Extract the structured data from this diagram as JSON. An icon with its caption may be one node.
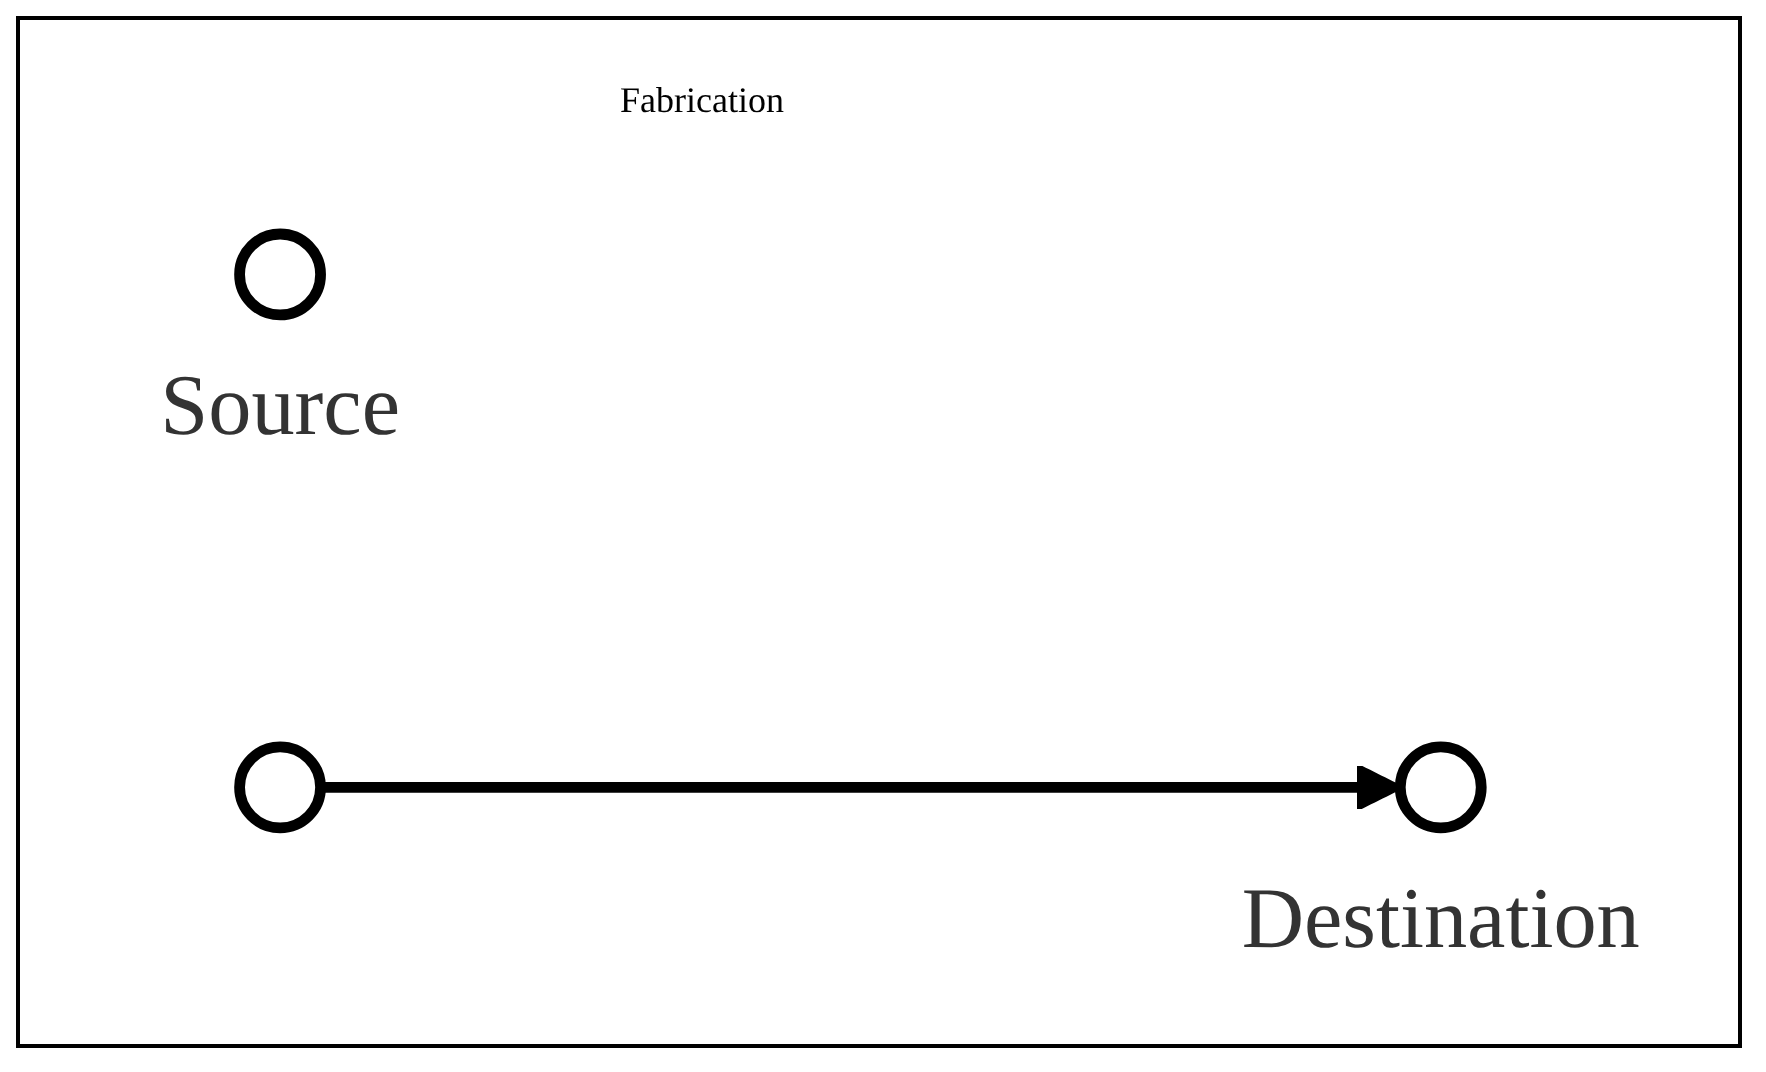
{
  "diagram": {
    "nodes": [
      {
        "text": [],
        "shape": "circle",
        "beside": [
          "Source"
        ]
      },
      {
        "text": [],
        "shape": "circle",
        "beside": [
          "Destination"
        ]
      },
      {
        "text": [],
        "shape": "circle"
      }
    ],
    "edges": [
      {
        "from": 2,
        "to": 1,
        "arrow": "to"
      }
    ],
    "labels": [
      "Fabrication"
    ]
  }
}
